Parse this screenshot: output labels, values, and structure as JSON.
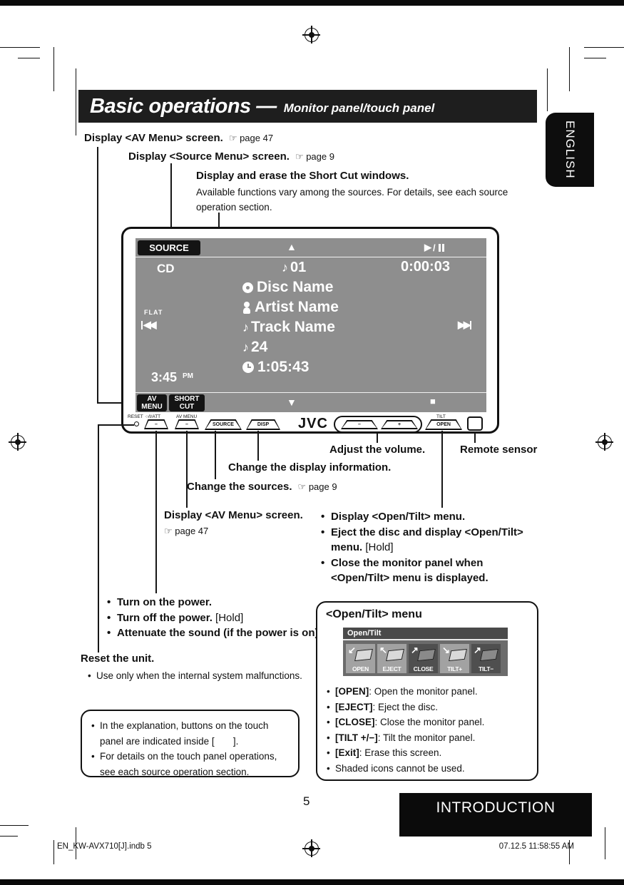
{
  "page": {
    "title": "Basic operations —",
    "subtitle": "Monitor panel/touch panel",
    "language_tab": "ENGLISH",
    "page_number": "5",
    "footer_section": "INTRODUCTION",
    "print_left": "EN_KW-AVX710[J].indb   5",
    "print_right": "07.12.5   11:58:55 AM"
  },
  "icons": {
    "up": "▲",
    "down": "▼",
    "stop": "■",
    "play": "▶",
    "skip_back": "◀◀",
    "skip_fwd": "▶▶",
    "note": "♪",
    "slash": "/"
  },
  "callouts": {
    "av_menu_top": {
      "label": "Display <AV Menu> screen.",
      "ref": "☞ page 47"
    },
    "source_menu": {
      "label": "Display <Source Menu> screen.",
      "ref": "☞ page 9"
    },
    "shortcut_title": "Display and erase the Short Cut windows.",
    "shortcut_desc": "Available functions vary among the sources. For details, see each source operation section.",
    "adjust_volume": "Adjust the volume.",
    "remote_sensor": "Remote sensor",
    "change_display": "Change the display information.",
    "change_sources": {
      "label": "Change the sources.",
      "ref": "☞ page 9"
    },
    "av_menu_bottom": {
      "label": "Display <AV Menu> screen.",
      "ref": "☞ page 47"
    },
    "open_tilt_bullets": [
      {
        "bold": "Display <Open/Tilt> menu.",
        "norm": ""
      },
      {
        "bold": "Eject the disc and display <Open/Tilt> menu.",
        "norm": " [Hold]"
      },
      {
        "bold": "Close the monitor panel when <Open/Tilt> menu is displayed.",
        "norm": ""
      }
    ],
    "power_bullets": [
      {
        "bold": "Turn on the power.",
        "norm": ""
      },
      {
        "bold": "Turn off the power.",
        "norm": " [Hold]"
      },
      {
        "bold": "Attenuate the sound (if the power is on).",
        "norm": ""
      }
    ],
    "reset_title": "Reset the unit.",
    "reset_note": "Use only when the internal system malfunctions."
  },
  "display": {
    "source_button": "SOURCE",
    "source_label": "CD",
    "eq": "FLAT",
    "clock": "3:45",
    "ampm": "PM",
    "track_no": "01",
    "elapsed": "0:00:03",
    "disc_name": "Disc Name",
    "artist_name": "Artist Name",
    "track_name": "Track Name",
    "tracks_total": "24",
    "total_time": "1:05:43",
    "av_menu_l1": "AV",
    "av_menu_l2": "MENU",
    "short_cut_l1": "SHORT",
    "short_cut_l2": "CUT"
  },
  "panel_controls": {
    "reset_label": "RESET",
    "power_label": "○/I/ATT",
    "power_btn": "–",
    "av_menu_label": "AV MENU",
    "av_menu_btn": "–",
    "source_btn": "SOURCE",
    "disp_btn": "DISP",
    "logo": "JVC",
    "vol_minus": "–",
    "vol_plus": "+",
    "tilt_label": "TILT",
    "open_btn": "OPEN"
  },
  "open_tilt_menu": {
    "box_title": "<Open/Tilt> menu",
    "panel_header": "Open/Tilt",
    "buttons": [
      {
        "label": "OPEN",
        "arrow": "↙",
        "shaded": false
      },
      {
        "label": "EJECT",
        "arrow": "↖",
        "shaded": false
      },
      {
        "label": "CLOSE",
        "arrow": "↗",
        "shaded": true
      },
      {
        "label": "TILT+",
        "arrow": "↘",
        "shaded": false
      },
      {
        "label": "TILT−",
        "arrow": "↗",
        "shaded": true
      }
    ],
    "bullets": [
      {
        "bold": "[OPEN]",
        "rest": ": Open the monitor panel."
      },
      {
        "bold": "[EJECT]",
        "rest": ": Eject the disc."
      },
      {
        "bold": "[CLOSE]",
        "rest": ": Close the monitor panel."
      },
      {
        "bold": "[TILT +/−]",
        "rest": ": Tilt the monitor panel."
      },
      {
        "bold": "[Exit]",
        "rest": ": Erase this screen."
      },
      {
        "bold": "",
        "rest": "Shaded icons cannot be used."
      }
    ]
  },
  "note_box": {
    "bullets": [
      "In the explanation, buttons on the touch panel are indicated inside [       ].",
      "For details on the touch panel operations, see each source operation section."
    ]
  },
  "colors": {
    "screen_gray": "#8e8e8e",
    "bar_black": "#1e1e1e",
    "tile_light": "#a2a2a2",
    "tile_dark": "#4f4f4f"
  }
}
